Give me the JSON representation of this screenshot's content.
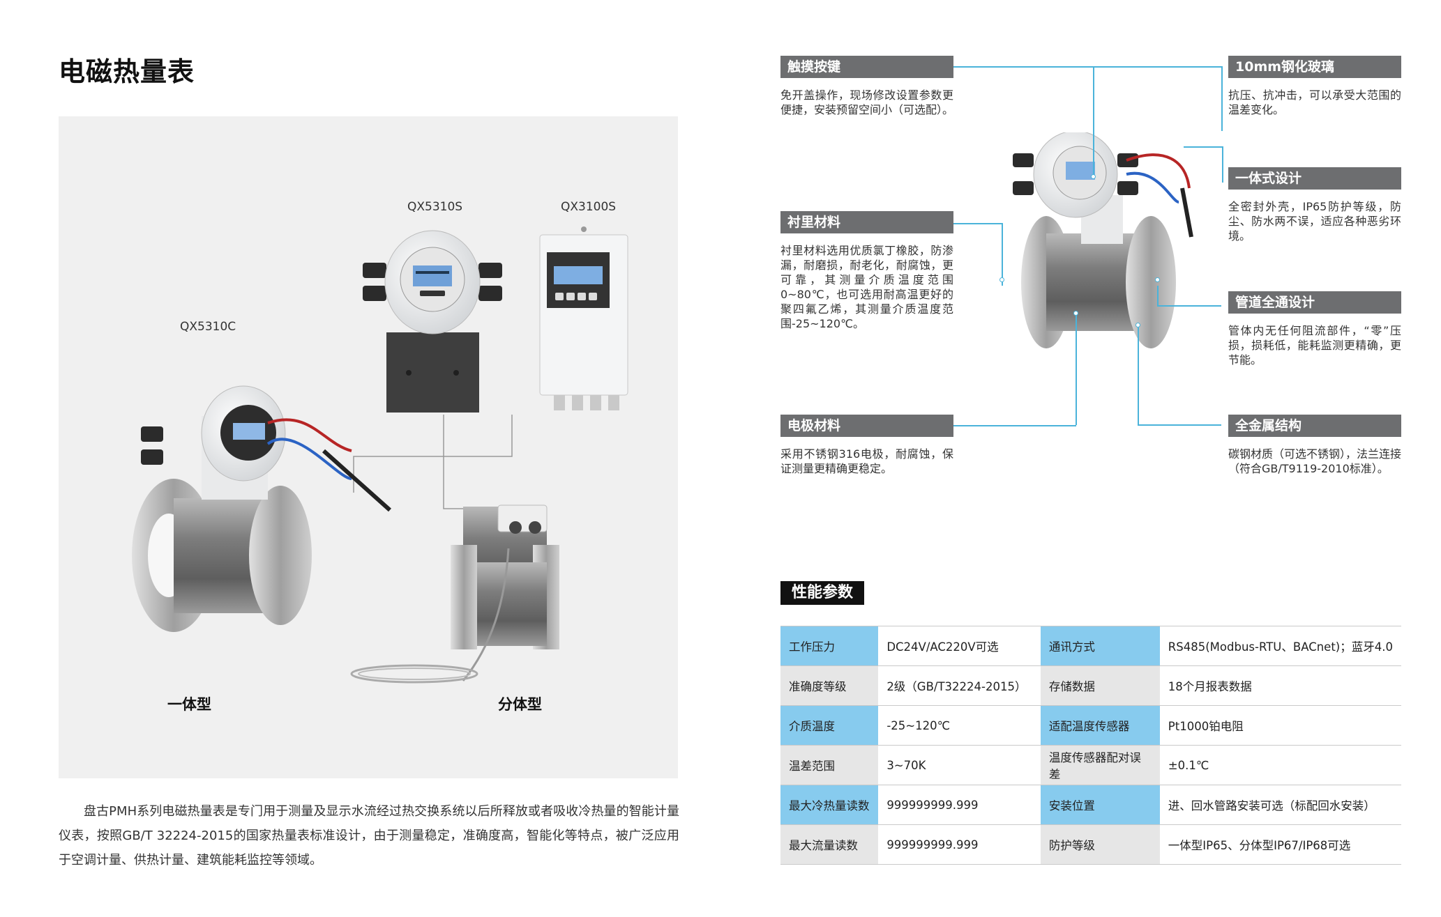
{
  "page_title": "电磁热量表",
  "products": {
    "model_a": "QX5310S",
    "model_b": "QX3100S",
    "model_c": "QX5310C",
    "type_integrated": "一体型",
    "type_split": "分体型"
  },
  "intro": "盘古PMH系列电磁热量表是专门用于测量及显示水流经过热交换系统以后所释放或者吸收冷热量的智能计量仪表，按照GB/T 32224-2015的国家热量表标准设计，由于测量稳定，准确度高，智能化等特点，被广泛应用于空调计量、供热计量、建筑能耗监控等领域。",
  "features": {
    "touch": {
      "title": "触摸按键",
      "desc": "免开盖操作，现场修改设置参数更便捷，安装预留空间小（可选配）。"
    },
    "lining": {
      "title": "衬里材料",
      "desc": "衬里材料选用优质氯丁橡胶，防渗漏，耐磨损，耐老化，耐腐蚀，更可靠，其测量介质温度范围0~80℃，也可选用耐高温更好的聚四氟乙烯，其测量介质温度范围-25~120℃。"
    },
    "electrode": {
      "title": "电极材料",
      "desc": "采用不锈钢316电极，耐腐蚀，保证测量更精确更稳定。"
    },
    "glass": {
      "title": "10mm钢化玻璃",
      "desc": "抗压、抗冲击，可以承受大范围的温差变化。"
    },
    "integrated": {
      "title": "一体式设计",
      "desc": "全密封外壳，IP65防护等级，防尘、防水两不误，适应各种恶劣环境。"
    },
    "pipe": {
      "title": "管道全通设计",
      "desc": "管体内无任何阻流部件，“零”压损，损耗低，能耗监测更精确，更节能。"
    },
    "metal": {
      "title": "全金属结构",
      "desc": "碳钢材质（可选不锈钢），法兰连接（符合GB/T9119-2010标准）。"
    }
  },
  "specs": {
    "title": "性能参数",
    "rows": [
      {
        "k1": "工作压力",
        "v1": "DC24V/AC220V可选",
        "k2": "通讯方式",
        "v2": "RS485(Modbus-RTU、BACnet)；蓝牙4.0"
      },
      {
        "k1": "准确度等级",
        "v1": "2级（GB/T32224-2015）",
        "k2": "存储数据",
        "v2": "18个月报表数据"
      },
      {
        "k1": "介质温度",
        "v1": "-25~120℃",
        "k2": "适配温度传感器",
        "v2": "Pt1000铂电阻"
      },
      {
        "k1": "温差范围",
        "v1": "3~70K",
        "k2": "温度传感器配对误差",
        "v2": "±0.1℃"
      },
      {
        "k1": "最大冷热量读数",
        "v1": "999999999.999",
        "k2": "安装位置",
        "v2": "进、回水管路安装可选（标配回水安装）"
      },
      {
        "k1": "最大流量读数",
        "v1": "999999999.999",
        "k2": "防护等级",
        "v2": "一体型IP65、分体型IP67/IP68可选"
      }
    ]
  },
  "colors": {
    "accent_blue": "#87cbee",
    "line_blue": "#4ab3da",
    "bar_gray": "#6d6e70",
    "row_gray": "#e6e6e6"
  }
}
